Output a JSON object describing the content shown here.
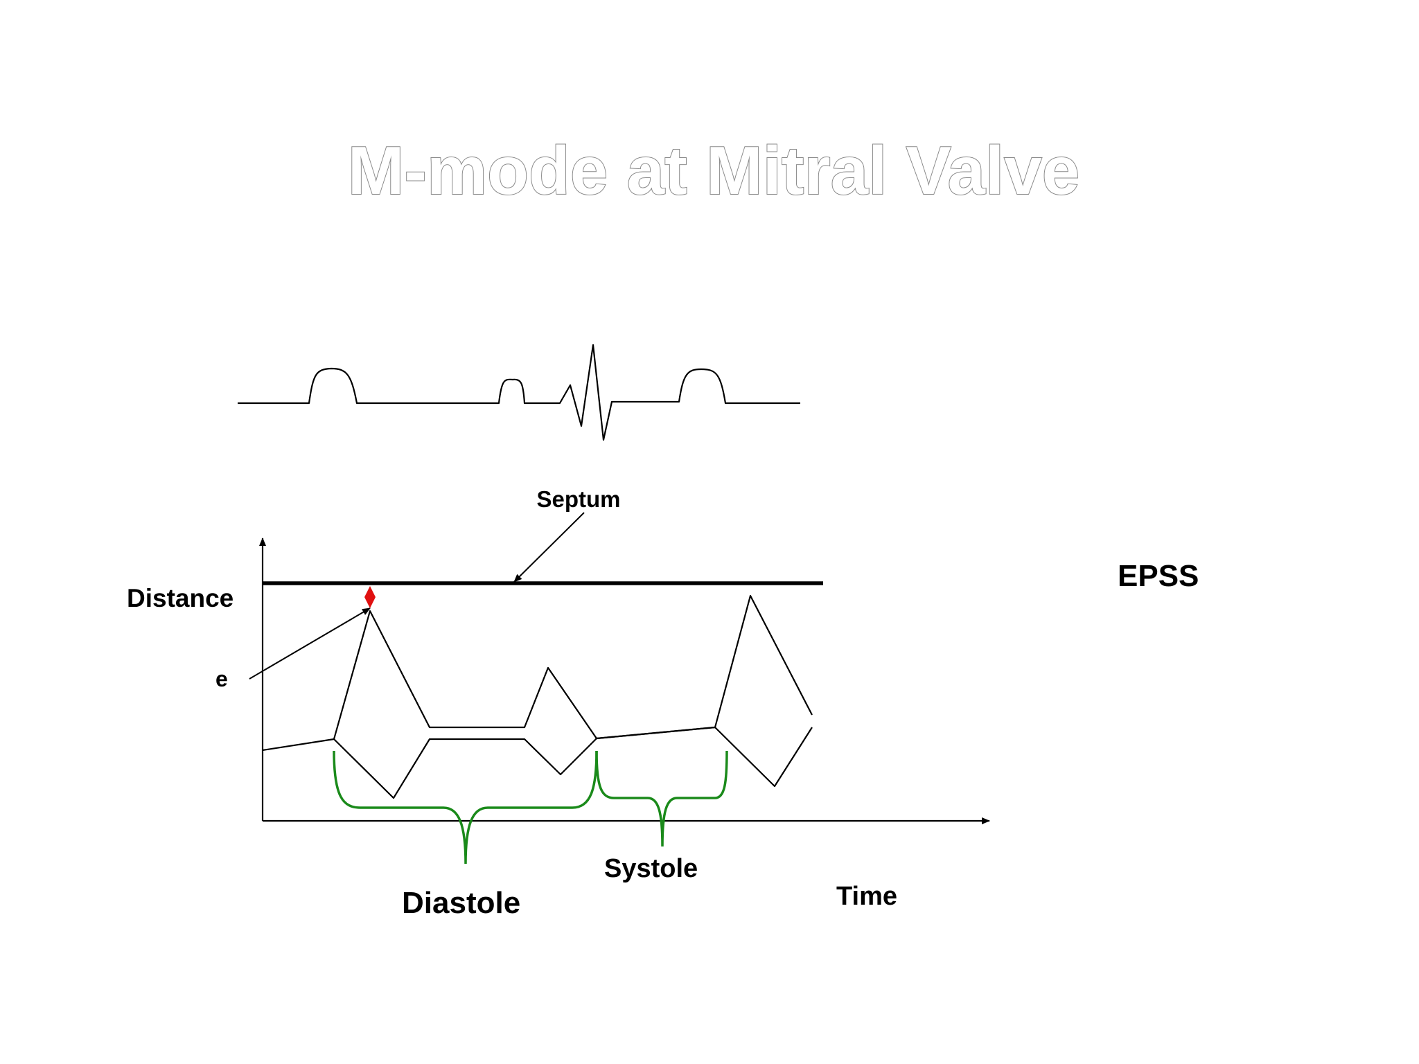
{
  "slide": {
    "title": "M-mode at Mitral Valve"
  },
  "diagram": {
    "labels": {
      "septum": "Septum",
      "distance": "Distance",
      "e_point": "e",
      "epss": "EPSS",
      "systole": "Systole",
      "diastole": "Diastole",
      "time": "Time"
    },
    "colors": {
      "line": "#000000",
      "bracket": "#1a8a1a",
      "epss_marker": "#e01010",
      "title_outline": "#8a8a8a"
    }
  }
}
